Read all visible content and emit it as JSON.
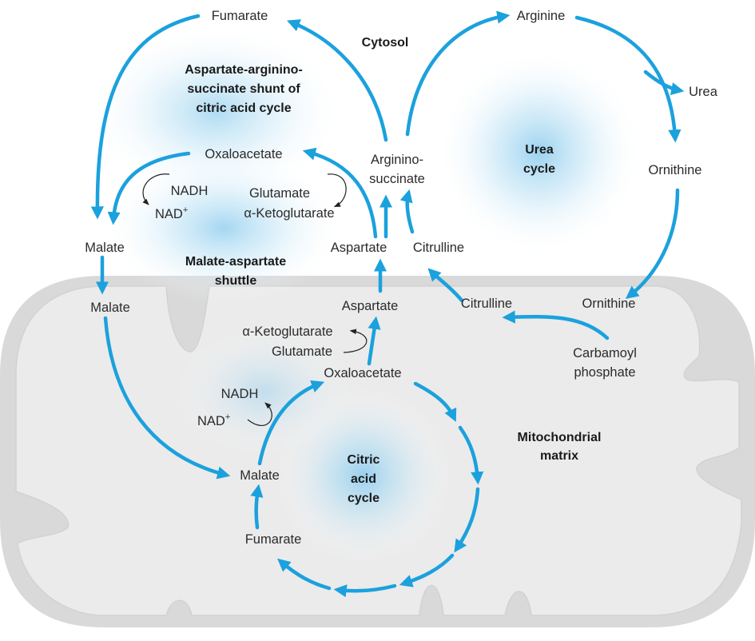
{
  "colors": {
    "arrow": "#1ba1dd",
    "mitochondrion": "#d9d9d9",
    "matrix": "#ebebeb",
    "glow": "#bfe3f5",
    "text": "#2b2b2b"
  },
  "regions": {
    "cytosol": "Cytosol",
    "mito_line1": "Mitochondrial",
    "mito_line2": "matrix"
  },
  "titles": {
    "shunt": [
      "Aspartate-argininо-",
      "succinate shunt of",
      "citric acid cycle"
    ],
    "shuttle": [
      "Malate-aspartate",
      "shuttle"
    ],
    "urea": [
      "Urea",
      "cycle"
    ],
    "citric": [
      "Citric",
      "acid",
      "cycle"
    ]
  },
  "cytosol": {
    "fumarate": "Fumarate",
    "arginine": "Arginine",
    "urea": "Urea",
    "ornithine": "Ornithine",
    "argininosuccinate": [
      "Arginino-",
      "succinate"
    ],
    "oxaloacetate": "Oxaloacetate",
    "nadh": "NADH",
    "nad": "NAD",
    "glutamate": "Glutamate",
    "aketoglutarate": "α-Ketoglutarate",
    "malate": "Malate",
    "aspartate": "Aspartate",
    "citrulline": "Citrulline"
  },
  "matrix": {
    "malate_left": "Malate",
    "aspartate": "Aspartate",
    "citrulline": "Citrulline",
    "ornithine": "Ornithine",
    "aketoglutarate": "α-Ketoglutarate",
    "glutamate": "Glutamate",
    "carbamoyl": [
      "Carbamoyl",
      "phosphate"
    ],
    "oxaloacetate": "Oxaloacetate",
    "nadh": "NADH",
    "nad": "NAD",
    "malate_cycle": "Malate",
    "fumarate": "Fumarate"
  },
  "superscript_plus": "+"
}
